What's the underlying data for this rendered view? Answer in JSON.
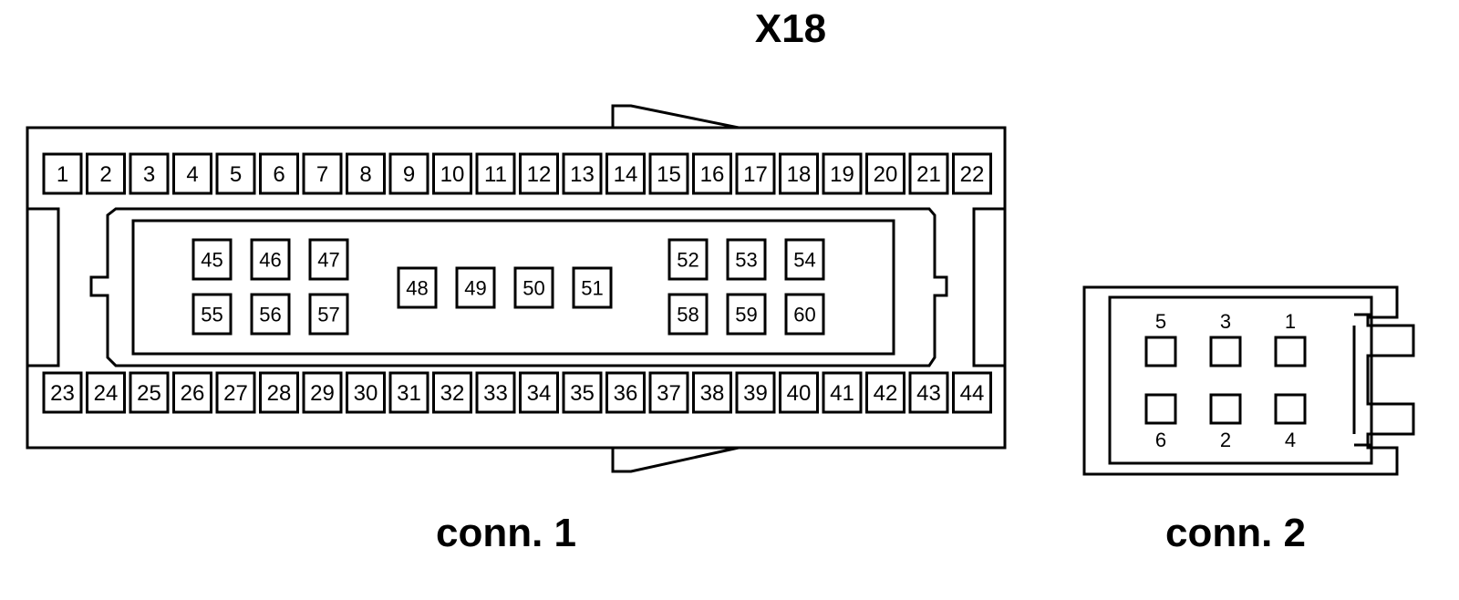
{
  "title": "X18",
  "connector1": {
    "label": "conn. 1",
    "top_row": [
      "1",
      "2",
      "3",
      "4",
      "5",
      "6",
      "7",
      "8",
      "9",
      "10",
      "11",
      "12",
      "13",
      "14",
      "15",
      "16",
      "17",
      "18",
      "19",
      "20",
      "21",
      "22"
    ],
    "bottom_row": [
      "23",
      "24",
      "25",
      "26",
      "27",
      "28",
      "29",
      "30",
      "31",
      "32",
      "33",
      "34",
      "35",
      "36",
      "37",
      "38",
      "39",
      "40",
      "41",
      "42",
      "43",
      "44"
    ],
    "inner_left_top": [
      "45",
      "46",
      "47"
    ],
    "inner_left_bottom": [
      "55",
      "56",
      "57"
    ],
    "inner_middle": [
      "48",
      "49",
      "50",
      "51"
    ],
    "inner_right_top": [
      "52",
      "53",
      "54"
    ],
    "inner_right_bottom": [
      "58",
      "59",
      "60"
    ]
  },
  "connector2": {
    "label": "conn. 2",
    "top_numbers": [
      "5",
      "3",
      "1"
    ],
    "bottom_numbers": [
      "6",
      "2",
      "4"
    ]
  }
}
